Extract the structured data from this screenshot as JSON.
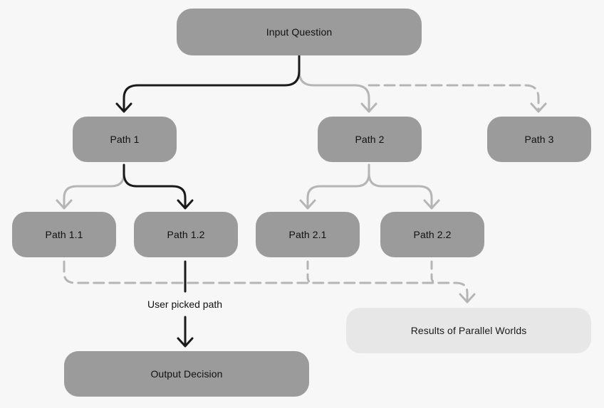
{
  "diagram": {
    "nodes": {
      "input_question": "Input Question",
      "path_1": "Path 1",
      "path_2": "Path 2",
      "path_3": "Path 3",
      "path_1_1": "Path 1.1",
      "path_1_2": "Path 1.2",
      "path_2_1": "Path 2.1",
      "path_2_2": "Path 2.2",
      "results": "Results of Parallel Worlds",
      "output_decision": "Output Decision"
    },
    "edge_label": "User picked path",
    "colors": {
      "node_fill": "#9b9b9b",
      "node_fill_light": "#e7e7e7",
      "selected_edge": "#1a1a1a",
      "unselected_edge": "#b5b5b5",
      "background": "#f7f7f7"
    }
  }
}
